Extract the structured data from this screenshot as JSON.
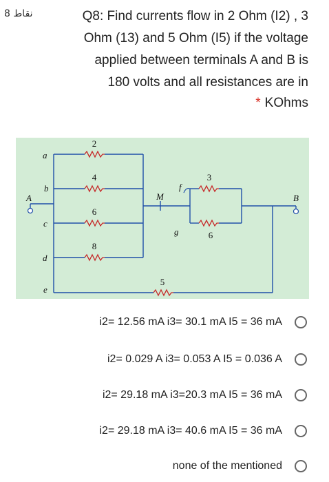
{
  "points_label": "8 نقاط",
  "question": {
    "lines": [
      "Q8: Find currents flow in 2 Ohm (I2) , 3",
      "Ohm (13) and 5 Ohm (I5) if the voltage",
      "applied between terminals A and B is",
      "180 volts and all resistances are in"
    ],
    "required_mark": "*",
    "unit_line": "KOhms"
  },
  "circuit": {
    "node_labels": {
      "a": "a",
      "b": "b",
      "c": "c",
      "d": "d",
      "e": "e",
      "M": "M",
      "f": "f",
      "g": "g",
      "A": "A",
      "B": "B"
    },
    "resistor_values": {
      "r2": "2",
      "r4": "4",
      "r6": "6",
      "r8": "8",
      "r3": "3",
      "r6b": "6",
      "r5": "5"
    },
    "colors": {
      "background": "#d3ecd6",
      "wire": "#1f4fa8",
      "resistor": "#c62828",
      "label": "#111111"
    }
  },
  "options": [
    {
      "label": "i2= 12.56 mA i3= 30.1 mA I5 = 36 mA"
    },
    {
      "label": "i2= 0.029 A i3= 0.053 A I5 = 0.036 A"
    },
    {
      "label": "i2= 29.18 mA i3=20.3 mA I5 = 36 mA"
    },
    {
      "label": "i2= 29.18 mA i3= 40.6 mA I5 = 36 mA"
    },
    {
      "label": "none of the mentioned"
    }
  ]
}
